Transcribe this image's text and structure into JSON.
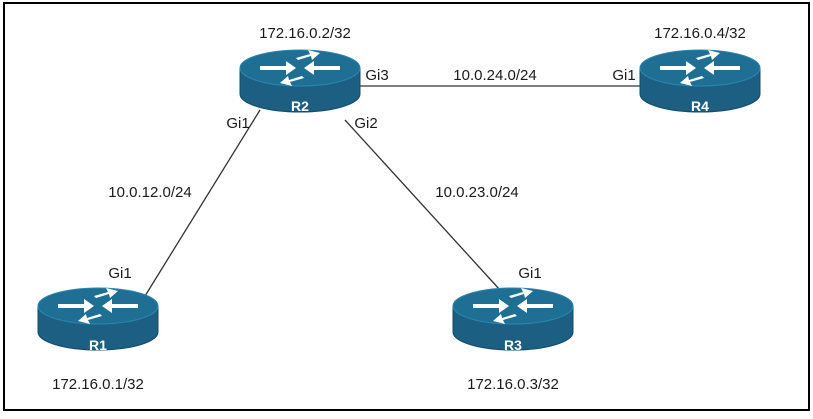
{
  "colors": {
    "border": "#000000",
    "link": "#333333",
    "router_top": "#1f6f95",
    "router_top_light": "#2b85b0",
    "router_body": "#1c5f82",
    "router_body_dark": "#154a66",
    "arrow": "#ffffff",
    "text": "#1a1a1a"
  },
  "routers": [
    {
      "id": "r1",
      "name": "R1",
      "loopback": "172.16.0.1/32",
      "icon": "router-icon"
    },
    {
      "id": "r2",
      "name": "R2",
      "loopback": "172.16.0.2/32",
      "icon": "router-icon"
    },
    {
      "id": "r3",
      "name": "R3",
      "loopback": "172.16.0.3/32",
      "icon": "router-icon"
    },
    {
      "id": "r4",
      "name": "R4",
      "loopback": "172.16.0.4/32",
      "icon": "router-icon"
    }
  ],
  "links": [
    {
      "id": "r1-r2",
      "subnet": "10.0.12.0/24",
      "a_if": "Gi1",
      "b_if": "Gi1"
    },
    {
      "id": "r2-r3",
      "subnet": "10.0.23.0/24",
      "a_if": "Gi2",
      "b_if": "Gi1"
    },
    {
      "id": "r2-r4",
      "subnet": "10.0.24.0/24",
      "a_if": "Gi3",
      "b_if": "Gi1"
    }
  ]
}
